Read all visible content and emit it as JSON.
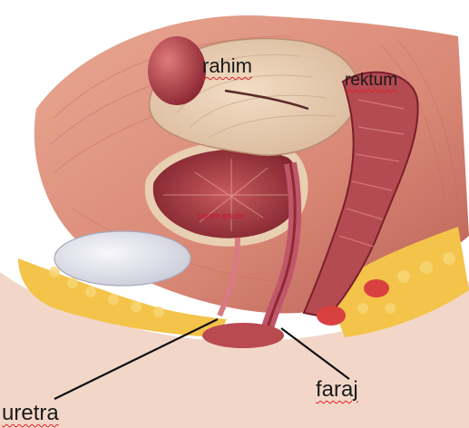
{
  "diagram": {
    "labels": {
      "rahim": "rahim",
      "rektum": "rektum",
      "faraj": "faraj",
      "uretra": "uretra",
      "small_tag": "Lorem ipsum"
    },
    "colors": {
      "muscle": "#d98775",
      "muscle_dark": "#8e2b32",
      "uterus": "#e9cfb2",
      "fat": "#f3c34a",
      "skin": "#f2d7c9",
      "leader_line": "#111111",
      "underline": "#e0202a"
    }
  }
}
